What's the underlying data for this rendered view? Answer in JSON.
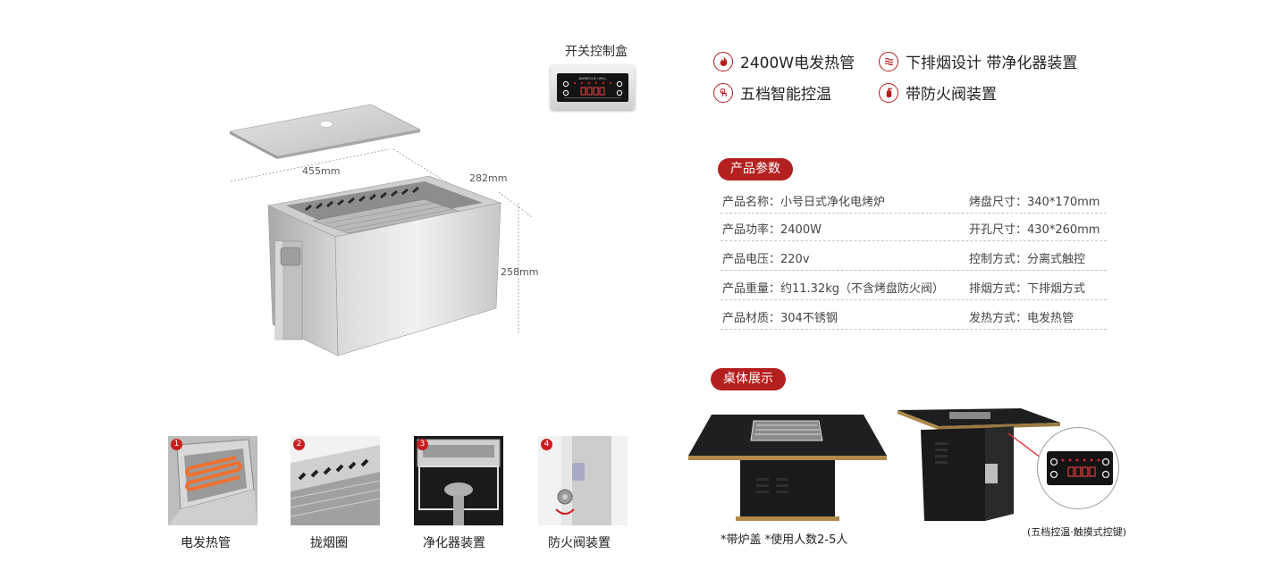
{
  "control_box": {
    "title": "开关控制盒",
    "panel_brand": "BARBECUE GRILL"
  },
  "dimensions": {
    "width": "455mm",
    "depth": "282mm",
    "height": "258mm"
  },
  "features": [
    {
      "icon": "flame-icon",
      "label": "2400W电发热管"
    },
    {
      "icon": "exhaust-icon",
      "label": "下排烟设计 带净化器装置"
    },
    {
      "icon": "touch-icon",
      "label": "五档智能控温"
    },
    {
      "icon": "fire-extinguisher-icon",
      "label": "带防火阀装置"
    }
  ],
  "params": {
    "title": "产品参数",
    "rows": [
      {
        "left": "产品名称：小号日式净化电烤炉",
        "right": "烤盘尺寸：340*170mm"
      },
      {
        "left": "产品功率：2400W",
        "right": "开孔尺寸：430*260mm"
      },
      {
        "left": "产品电压：220v",
        "right": "控制方式：分离式触控"
      },
      {
        "left": "产品重量：约11.32kg（不含烤盘防火阀）",
        "right": "排烟方式：下排烟方式"
      },
      {
        "left": "产品材质：304不锈钢",
        "right": "发热方式：电发热管"
      }
    ]
  },
  "table_show": {
    "title": "桌体展示",
    "caption_left": "*带炉盖  *使用人数2-5人",
    "caption_right": "(五档控温·触摸式控键)"
  },
  "parts": [
    {
      "num": "1",
      "label": "电发热管"
    },
    {
      "num": "2",
      "label": "拢烟圈"
    },
    {
      "num": "3",
      "label": "净化器装置"
    },
    {
      "num": "4",
      "label": "防火阀装置"
    }
  ],
  "colors": {
    "accent": "#b41f1f",
    "steel": "#c9c9c9",
    "dark": "#1e1e1e",
    "gold": "#b08a4a"
  }
}
